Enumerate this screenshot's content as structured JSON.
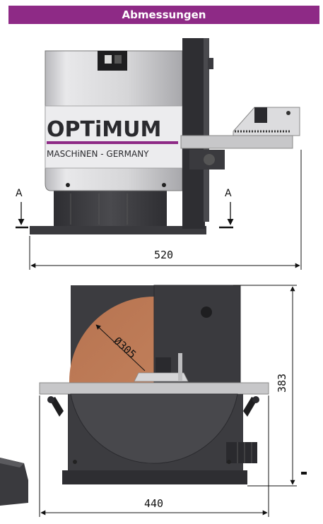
{
  "header": {
    "title": "Abmessungen"
  },
  "side_view": {
    "brand": "OPTiMUM",
    "brand_sub": "MASCHiNEN - GERMANY",
    "section_left": "A",
    "section_right": "A",
    "width_label": "520"
  },
  "front_view": {
    "disc_label": "Ø305",
    "width_label": "440",
    "height_label": "383"
  },
  "colors": {
    "header_bg": "#8e2a86",
    "brand_purple": "#8e2a86",
    "disc_orange": "#c0805a",
    "machine_dark": "#3c3c40"
  }
}
